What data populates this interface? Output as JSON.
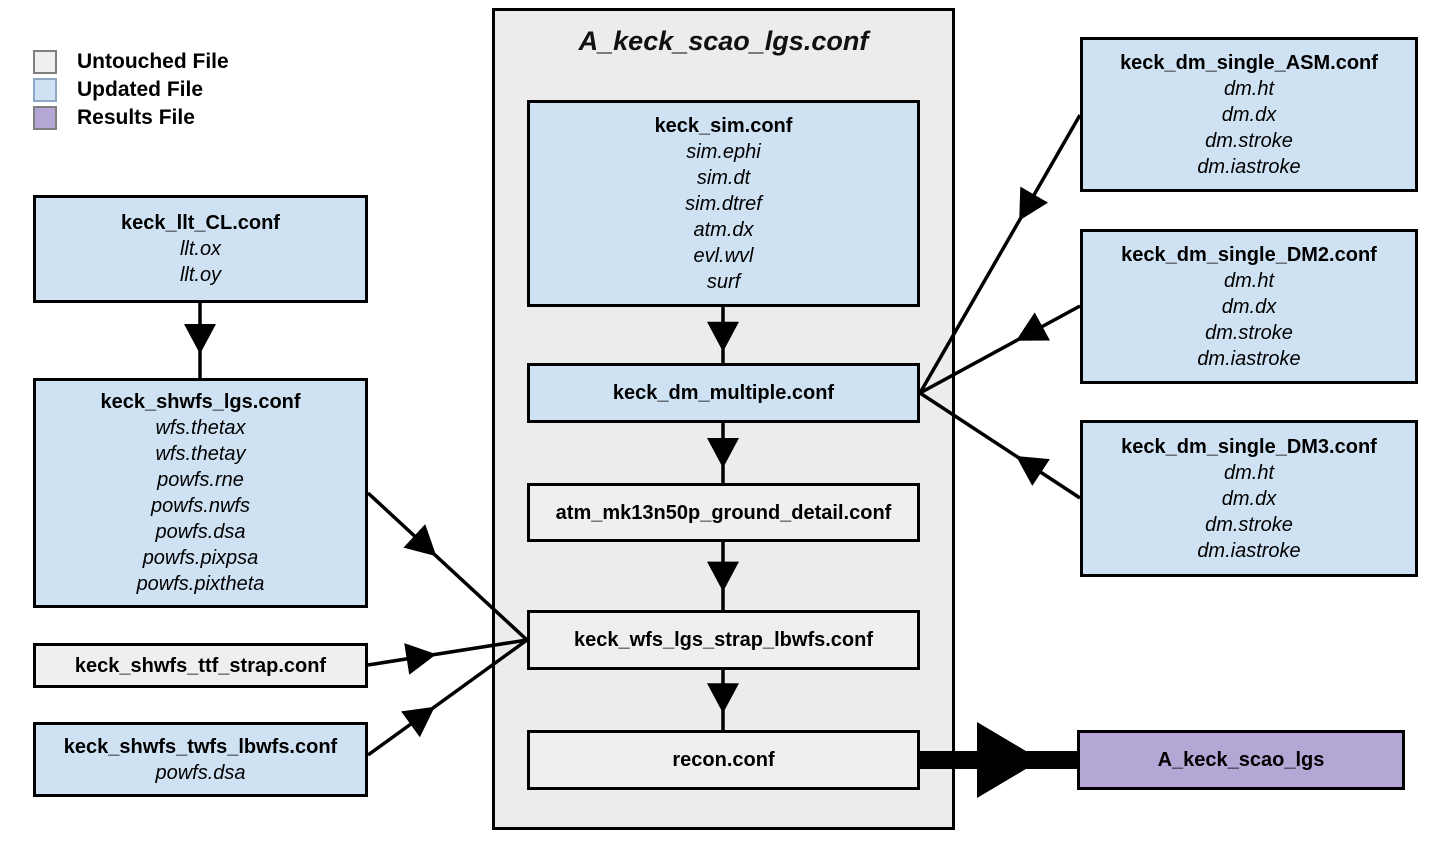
{
  "title": "A_keck_scao_lgs.conf",
  "legend": {
    "items": [
      {
        "label": "Untouched File",
        "type": "untouched",
        "color": "#efefef"
      },
      {
        "label": "Updated File",
        "type": "updated",
        "color": "#cfe2f3"
      },
      {
        "label": "Results File",
        "type": "results",
        "color": "#b4a7d6"
      }
    ]
  },
  "colors": {
    "untouched_fill": "#efefef",
    "updated_fill": "#cfe2f3",
    "results_fill": "#b4a7d6",
    "container_fill": "#ececec",
    "line": "#000000"
  },
  "nodes": [
    {
      "id": "keck_llt",
      "label": "keck_llt_CL.conf",
      "type": "updated",
      "params": [
        "llt.ox",
        "llt.oy"
      ]
    },
    {
      "id": "keck_shwfs_lgs",
      "label": "keck_shwfs_lgs.conf",
      "type": "updated",
      "params": [
        "wfs.thetax",
        "wfs.thetay",
        "powfs.rne",
        "powfs.nwfs",
        "powfs.dsa",
        "powfs.pixpsa",
        "powfs.pixtheta"
      ]
    },
    {
      "id": "keck_shwfs_ttf",
      "label": "keck_shwfs_ttf_strap.conf",
      "type": "untouched",
      "params": []
    },
    {
      "id": "keck_shwfs_twfs",
      "label": "keck_shwfs_twfs_lbwfs.conf",
      "type": "updated",
      "params": [
        "powfs.dsa"
      ]
    },
    {
      "id": "keck_sim",
      "label": "keck_sim.conf",
      "type": "updated",
      "params": [
        "sim.ephi",
        "sim.dt",
        "sim.dtref",
        "atm.dx",
        "evl.wvl",
        "surf"
      ]
    },
    {
      "id": "keck_dm_multiple",
      "label": "keck_dm_multiple.conf",
      "type": "updated",
      "params": []
    },
    {
      "id": "atm_ground",
      "label": "atm_mk13n50p_ground_detail.conf",
      "type": "untouched",
      "params": []
    },
    {
      "id": "keck_wfs",
      "label": "keck_wfs_lgs_strap_lbwfs.conf",
      "type": "untouched",
      "params": []
    },
    {
      "id": "recon",
      "label": "recon.conf",
      "type": "untouched",
      "params": []
    },
    {
      "id": "dm_asm",
      "label": "keck_dm_single_ASM.conf",
      "type": "updated",
      "params": [
        "dm.ht",
        "dm.dx",
        "dm.stroke",
        "dm.iastroke"
      ]
    },
    {
      "id": "dm_dm2",
      "label": "keck_dm_single_DM2.conf",
      "type": "updated",
      "params": [
        "dm.ht",
        "dm.dx",
        "dm.stroke",
        "dm.iastroke"
      ]
    },
    {
      "id": "dm_dm3",
      "label": "keck_dm_single_DM3.conf",
      "type": "updated",
      "params": [
        "dm.ht",
        "dm.dx",
        "dm.stroke",
        "dm.iastroke"
      ]
    },
    {
      "id": "result",
      "label": "A_keck_scao_lgs",
      "type": "results",
      "params": []
    }
  ],
  "edges": [
    {
      "from": "keck_llt",
      "to": "keck_shwfs_lgs",
      "style": "arrow"
    },
    {
      "from": "keck_sim",
      "to": "keck_dm_multiple",
      "style": "arrow"
    },
    {
      "from": "keck_dm_multiple",
      "to": "atm_ground",
      "style": "arrow"
    },
    {
      "from": "atm_ground",
      "to": "keck_wfs",
      "style": "arrow"
    },
    {
      "from": "keck_wfs",
      "to": "recon",
      "style": "arrow"
    },
    {
      "from": "keck_shwfs_lgs",
      "to": "keck_wfs",
      "style": "arrow"
    },
    {
      "from": "keck_shwfs_ttf",
      "to": "keck_wfs",
      "style": "arrow"
    },
    {
      "from": "keck_shwfs_twfs",
      "to": "keck_wfs",
      "style": "arrow"
    },
    {
      "from": "dm_asm",
      "to": "keck_dm_multiple",
      "style": "arrow"
    },
    {
      "from": "dm_dm2",
      "to": "keck_dm_multiple",
      "style": "arrow"
    },
    {
      "from": "dm_dm3",
      "to": "keck_dm_multiple",
      "style": "arrow"
    },
    {
      "from": "recon",
      "to": "result",
      "style": "thick-arrow"
    }
  ]
}
